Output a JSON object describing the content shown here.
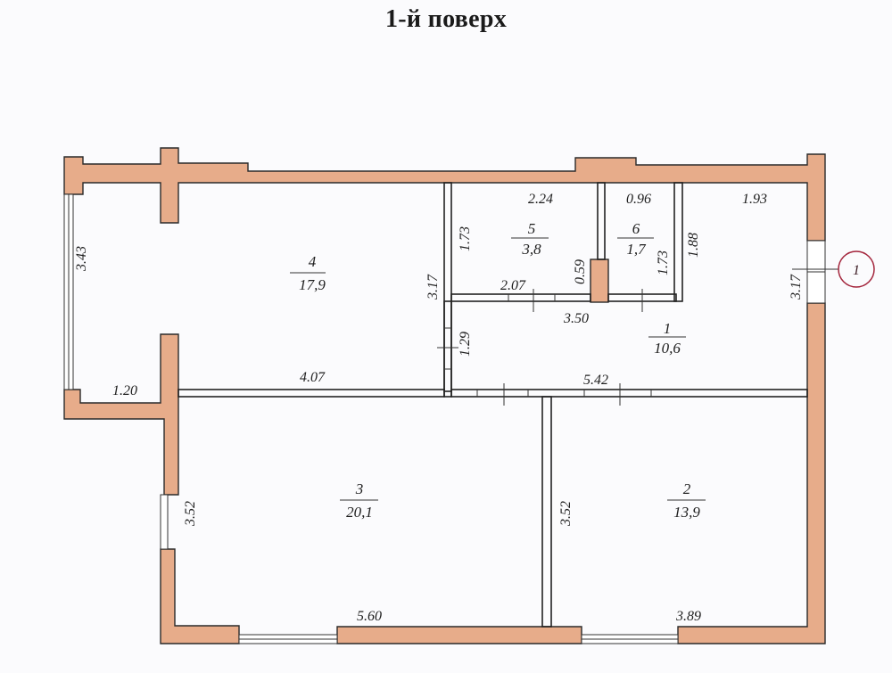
{
  "title": "1-й поверх",
  "colors": {
    "wall_fill": "#e7ac8a",
    "line": "#222222",
    "marker": "#a3243b",
    "background": "#fbfbfd"
  },
  "rooms": [
    {
      "number": "1",
      "area": "10,6"
    },
    {
      "number": "2",
      "area": "13,9"
    },
    {
      "number": "3",
      "area": "20,1"
    },
    {
      "number": "4",
      "area": "17,9"
    },
    {
      "number": "5",
      "area": "3,8"
    },
    {
      "number": "6",
      "area": "1,7"
    }
  ],
  "dimensions": {
    "room4_left": "3.43",
    "room4_right": "3.17",
    "room4_bottom": "4.07",
    "entry_width": "1.20",
    "room5_top": "2.24",
    "room5_left": "1.73",
    "room5_bottom": "2.07",
    "pillar": "0.59",
    "room6_top": "0.96",
    "room6_right": "1.73",
    "corridor_right": "1.88",
    "room1_top": "1.93",
    "room1_right": "3.17",
    "hall_top": "3.50",
    "hall_left": "1.29",
    "hall_bottom": "5.42",
    "room3_left": "3.52",
    "room3_bottom": "5.60",
    "room2_left": "3.52",
    "room2_bottom": "3.89"
  },
  "entrance_marker": {
    "label": "1"
  }
}
